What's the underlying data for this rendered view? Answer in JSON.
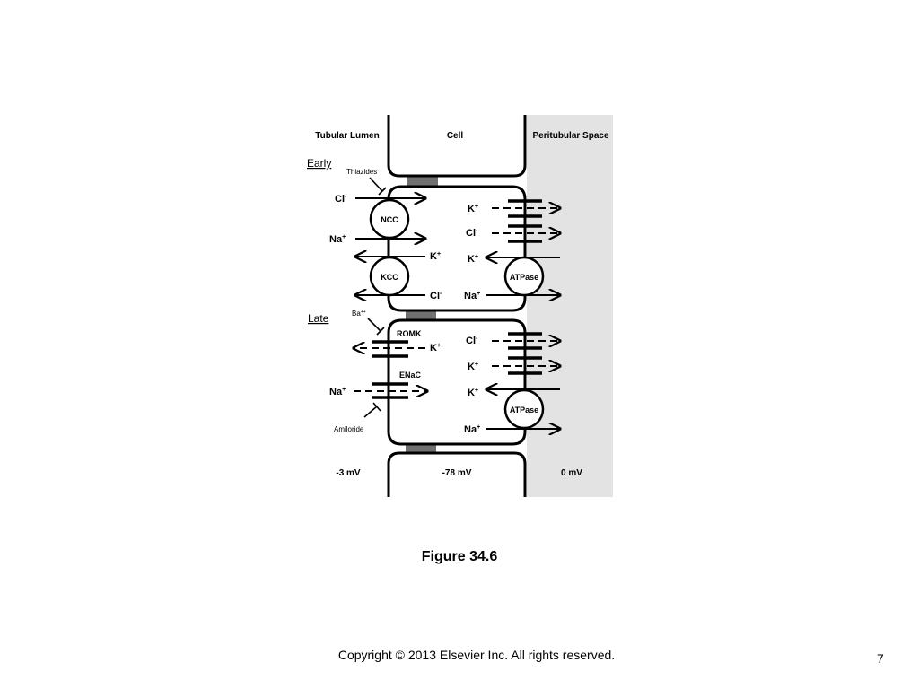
{
  "regions": {
    "lumen": "Tubular Lumen",
    "cell": "Cell",
    "peritubular": "Peritubular Space"
  },
  "segments": {
    "early": "Early",
    "late": "Late"
  },
  "inhibitors": {
    "thiazides": "Thiazides",
    "barium": "Ba",
    "barium_charge": "++",
    "amiloride": "Amiloride"
  },
  "transporters": {
    "ncc": "NCC",
    "kcc": "KCC",
    "atpase": "ATPase",
    "romk": "ROMK",
    "enac": "ENaC"
  },
  "ions": {
    "cl": "Cl",
    "cl_charge": "-",
    "na": "Na",
    "na_charge": "+",
    "k": "K",
    "k_charge": "+"
  },
  "potentials": {
    "lumen": "-3 mV",
    "cell": "-78 mV",
    "peritubular": "0 mV"
  },
  "figure_title": "Figure 34.6",
  "copyright": "Copyright © 2013 Elsevier Inc. All rights reserved.",
  "page_number": "7",
  "colors": {
    "peritubular_fill": "#e3e3e3",
    "tight_junction": "#707070"
  }
}
